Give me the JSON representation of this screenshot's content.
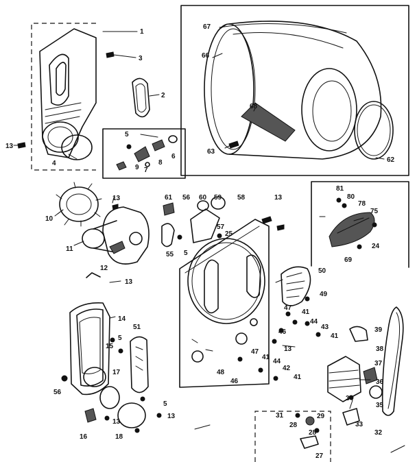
{
  "callouts": [
    {
      "id": "1",
      "label": "1"
    },
    {
      "id": "3",
      "label": "3"
    },
    {
      "id": "2",
      "label": "2"
    },
    {
      "id": "13a",
      "label": "13"
    },
    {
      "id": "4",
      "label": "4"
    },
    {
      "id": "5a",
      "label": "5"
    },
    {
      "id": "6",
      "label": "6"
    },
    {
      "id": "8",
      "label": "8"
    },
    {
      "id": "9",
      "label": "9"
    },
    {
      "id": "7",
      "label": "7"
    },
    {
      "id": "67",
      "label": "67"
    },
    {
      "id": "66",
      "label": "66"
    },
    {
      "id": "68",
      "label": "68"
    },
    {
      "id": "63",
      "label": "63"
    },
    {
      "id": "62",
      "label": "62"
    },
    {
      "id": "10",
      "label": "10"
    },
    {
      "id": "11",
      "label": "11"
    },
    {
      "id": "13b",
      "label": "13"
    },
    {
      "id": "61",
      "label": "61"
    },
    {
      "id": "56a",
      "label": "56"
    },
    {
      "id": "60",
      "label": "60"
    },
    {
      "id": "59",
      "label": "59"
    },
    {
      "id": "57",
      "label": "57"
    },
    {
      "id": "58",
      "label": "58"
    },
    {
      "id": "13c",
      "label": "13"
    },
    {
      "id": "25",
      "label": "25"
    },
    {
      "id": "55",
      "label": "55"
    },
    {
      "id": "5b",
      "label": "5"
    },
    {
      "id": "81",
      "label": "81"
    },
    {
      "id": "80",
      "label": "80"
    },
    {
      "id": "78",
      "label": "78"
    },
    {
      "id": "75",
      "label": "75"
    },
    {
      "id": "24",
      "label": "24"
    },
    {
      "id": "69",
      "label": "69"
    },
    {
      "id": "12",
      "label": "12"
    },
    {
      "id": "13d",
      "label": "13"
    },
    {
      "id": "14",
      "label": "14"
    },
    {
      "id": "15",
      "label": "15"
    },
    {
      "id": "5c",
      "label": "5"
    },
    {
      "id": "51",
      "label": "51"
    },
    {
      "id": "50",
      "label": "50"
    },
    {
      "id": "49",
      "label": "49"
    },
    {
      "id": "47a",
      "label": "47"
    },
    {
      "id": "41a",
      "label": "41"
    },
    {
      "id": "44a",
      "label": "44"
    },
    {
      "id": "43",
      "label": "43"
    },
    {
      "id": "46a",
      "label": "46"
    },
    {
      "id": "41b",
      "label": "41"
    },
    {
      "id": "39",
      "label": "39"
    },
    {
      "id": "13e",
      "label": "13"
    },
    {
      "id": "38",
      "label": "38"
    },
    {
      "id": "37",
      "label": "37"
    },
    {
      "id": "36",
      "label": "36"
    },
    {
      "id": "35",
      "label": "35"
    },
    {
      "id": "34",
      "label": "34"
    },
    {
      "id": "47b",
      "label": "47"
    },
    {
      "id": "41c",
      "label": "41"
    },
    {
      "id": "44b",
      "label": "44"
    },
    {
      "id": "48",
      "label": "48"
    },
    {
      "id": "46b",
      "label": "46"
    },
    {
      "id": "42",
      "label": "42"
    },
    {
      "id": "41d",
      "label": "41"
    },
    {
      "id": "56b",
      "label": "56"
    },
    {
      "id": "17",
      "label": "17"
    },
    {
      "id": "5d",
      "label": "5"
    },
    {
      "id": "16",
      "label": "16"
    },
    {
      "id": "13f",
      "label": "13"
    },
    {
      "id": "18",
      "label": "18"
    },
    {
      "id": "13g",
      "label": "13"
    },
    {
      "id": "31",
      "label": "31"
    },
    {
      "id": "29",
      "label": "29"
    },
    {
      "id": "28a",
      "label": "28"
    },
    {
      "id": "28b",
      "label": "28"
    },
    {
      "id": "27",
      "label": "27"
    },
    {
      "id": "33",
      "label": "33"
    },
    {
      "id": "32",
      "label": "32"
    }
  ]
}
